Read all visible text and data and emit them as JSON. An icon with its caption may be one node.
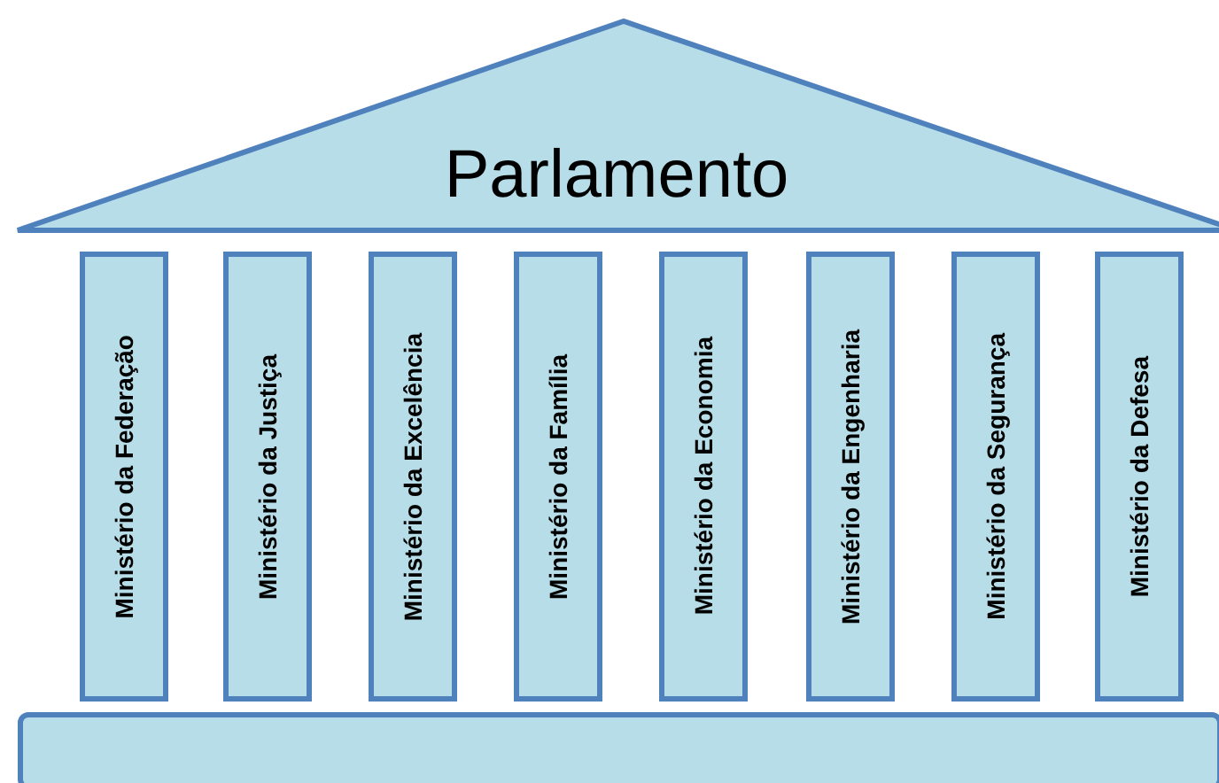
{
  "diagram": {
    "nodes": [
      {
        "text": [
          "Parlamento"
        ]
      },
      {
        "text": [
          "Ministério da Federação"
        ]
      },
      {
        "text": [
          "Ministério da Justiça"
        ]
      },
      {
        "text": [
          "Ministério da Excelência"
        ]
      },
      {
        "text": [
          "Ministério da Família"
        ]
      },
      {
        "text": [
          "Ministério da Economia"
        ]
      },
      {
        "text": [
          "Ministério da Engenharia"
        ]
      },
      {
        "text": [
          "Ministério da Segurança"
        ]
      },
      {
        "text": [
          "Ministério da Defesa"
        ]
      },
      {
        "text": [],
        "shape": "box"
      }
    ],
    "edges": []
  }
}
